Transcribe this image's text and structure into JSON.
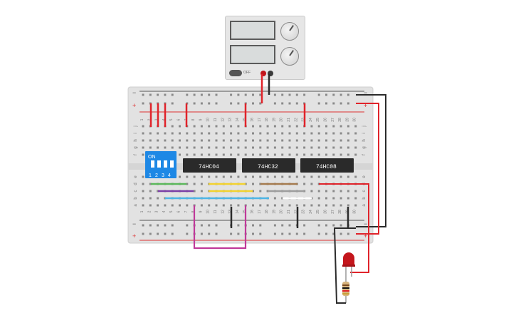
{
  "psu": {
    "switch_label": "OFF"
  },
  "breadboard": {
    "column_numbers": [
      "1",
      "2",
      "3",
      "4",
      "5",
      "6",
      "7",
      "8",
      "9",
      "10",
      "11",
      "12",
      "13",
      "14",
      "15",
      "16",
      "17",
      "18",
      "19",
      "20",
      "21",
      "22",
      "23",
      "24",
      "25",
      "26",
      "27",
      "28",
      "29",
      "30"
    ],
    "row_letters_top": [
      "j",
      "i",
      "h",
      "g",
      "f"
    ],
    "row_letters_bottom": [
      "e",
      "d",
      "c",
      "b",
      "a"
    ],
    "rail_minus": "−",
    "rail_plus": "+"
  },
  "dip_switch": {
    "on_label": "ON",
    "numbers": [
      "1",
      "2",
      "3",
      "4"
    ]
  },
  "chips": [
    {
      "label": "74HC04"
    },
    {
      "label": "74HC32"
    },
    {
      "label": "74HC08"
    }
  ],
  "colors": {
    "board": "#e2e2e2",
    "red_wire": "#e0242b",
    "black_wire": "#2b2b2b",
    "magenta_wire": "#c0399a",
    "dip_blue": "#1e88e5",
    "chip": "#2a2a2a",
    "led": "#c4161c"
  }
}
